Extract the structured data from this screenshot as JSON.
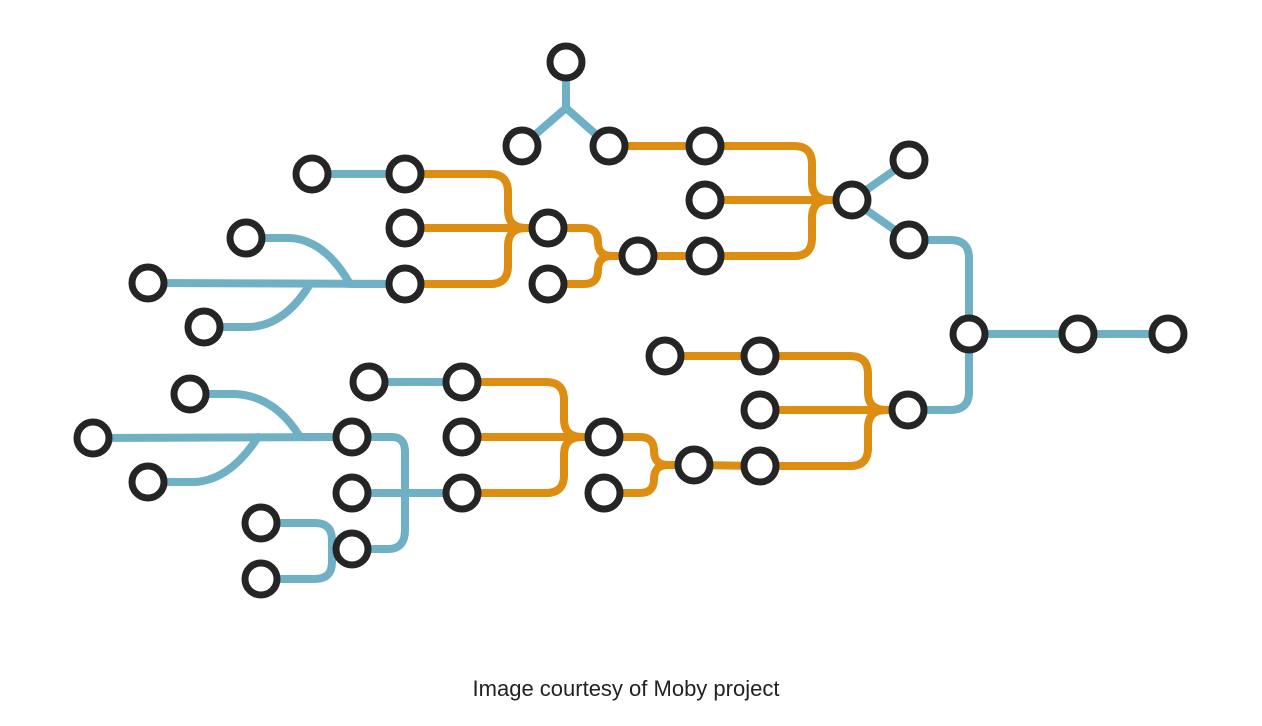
{
  "caption": "Image courtesy of Moby project",
  "colors": {
    "background": "#ffffff",
    "blue_edge": "#6fb0c4",
    "orange_edge": "#dd8e12",
    "node_stroke": "#252525",
    "node_fill": "#ffffff"
  },
  "nodes": [
    {
      "id": "n01"
    },
    {
      "id": "n02"
    },
    {
      "id": "n03"
    },
    {
      "id": "n04"
    },
    {
      "id": "n05"
    },
    {
      "id": "n06"
    },
    {
      "id": "n07"
    },
    {
      "id": "n08"
    },
    {
      "id": "n09"
    },
    {
      "id": "n10"
    },
    {
      "id": "n11"
    },
    {
      "id": "n12"
    },
    {
      "id": "n13"
    },
    {
      "id": "n14"
    },
    {
      "id": "n15"
    },
    {
      "id": "n16"
    },
    {
      "id": "n17"
    },
    {
      "id": "n18"
    },
    {
      "id": "n19"
    },
    {
      "id": "n20"
    },
    {
      "id": "n21"
    },
    {
      "id": "n22"
    },
    {
      "id": "n23"
    },
    {
      "id": "n24"
    },
    {
      "id": "n25"
    },
    {
      "id": "n26"
    },
    {
      "id": "n27"
    },
    {
      "id": "n28"
    },
    {
      "id": "n29"
    },
    {
      "id": "n30"
    },
    {
      "id": "n31"
    },
    {
      "id": "n32"
    },
    {
      "id": "n33"
    },
    {
      "id": "n34"
    },
    {
      "id": "n35"
    },
    {
      "id": "n36"
    },
    {
      "id": "n37"
    },
    {
      "id": "n38"
    },
    {
      "id": "n39"
    },
    {
      "id": "n40"
    },
    {
      "id": "n41"
    },
    {
      "id": "n42"
    },
    {
      "id": "n43"
    }
  ],
  "edges": [
    {
      "from": "n01",
      "to": "n02",
      "color": "blue"
    },
    {
      "from": "n01",
      "to": "n03",
      "color": "blue"
    },
    {
      "from": "n03",
      "to": "n04",
      "color": "orange"
    },
    {
      "from": "n04",
      "to": "n07",
      "color": "orange"
    },
    {
      "from": "n05",
      "to": "n07",
      "color": "orange"
    },
    {
      "from": "n06",
      "to": "n07",
      "color": "orange"
    },
    {
      "from": "n07",
      "to": "n08",
      "color": "blue"
    },
    {
      "from": "n07",
      "to": "n09",
      "color": "blue"
    },
    {
      "from": "n09",
      "to": "n10",
      "color": "blue"
    },
    {
      "from": "n10",
      "to": "n11",
      "color": "blue"
    },
    {
      "from": "n11",
      "to": "n12",
      "color": "blue"
    },
    {
      "from": "n12",
      "to": "n13",
      "color": "blue"
    },
    {
      "from": "n14",
      "to": "n15",
      "color": "blue"
    },
    {
      "from": "n15",
      "to": "n18",
      "color": "orange"
    },
    {
      "from": "n16",
      "to": "n18",
      "color": "orange"
    },
    {
      "from": "n17",
      "to": "n18",
      "color": "orange"
    },
    {
      "from": "n18",
      "to": "n20",
      "color": "orange"
    },
    {
      "from": "n19",
      "to": "n20",
      "color": "orange"
    },
    {
      "from": "n20",
      "to": "n06",
      "color": "orange"
    },
    {
      "from": "n21",
      "to": "n17",
      "color": "blue"
    },
    {
      "from": "n22",
      "to": "n17",
      "color": "blue"
    },
    {
      "from": "n23",
      "to": "n17",
      "color": "blue"
    },
    {
      "from": "n24",
      "to": "n25",
      "color": "orange"
    },
    {
      "from": "n25",
      "to": "n28",
      "color": "orange"
    },
    {
      "from": "n26",
      "to": "n28",
      "color": "orange"
    },
    {
      "from": "n27",
      "to": "n28",
      "color": "orange"
    },
    {
      "from": "n28",
      "to": "n12",
      "color": "blue"
    },
    {
      "from": "n29",
      "to": "n30",
      "color": "blue"
    },
    {
      "from": "n30",
      "to": "n33",
      "color": "orange"
    },
    {
      "from": "n31",
      "to": "n33",
      "color": "orange"
    },
    {
      "from": "n32",
      "to": "n33",
      "color": "orange"
    },
    {
      "from": "n33",
      "to": "n35",
      "color": "orange"
    },
    {
      "from": "n34",
      "to": "n35",
      "color": "orange"
    },
    {
      "from": "n35",
      "to": "n27",
      "color": "orange"
    },
    {
      "from": "n36",
      "to": "n39",
      "color": "blue"
    },
    {
      "from": "n37",
      "to": "n39",
      "color": "blue"
    },
    {
      "from": "n38",
      "to": "n39",
      "color": "blue"
    },
    {
      "from": "n39",
      "to": "n32",
      "color": "blue"
    },
    {
      "from": "n40",
      "to": "n32",
      "color": "blue"
    },
    {
      "from": "n41",
      "to": "n32",
      "color": "blue"
    },
    {
      "from": "n42",
      "to": "n41",
      "color": "blue"
    },
    {
      "from": "n43",
      "to": "n41",
      "color": "blue"
    }
  ]
}
